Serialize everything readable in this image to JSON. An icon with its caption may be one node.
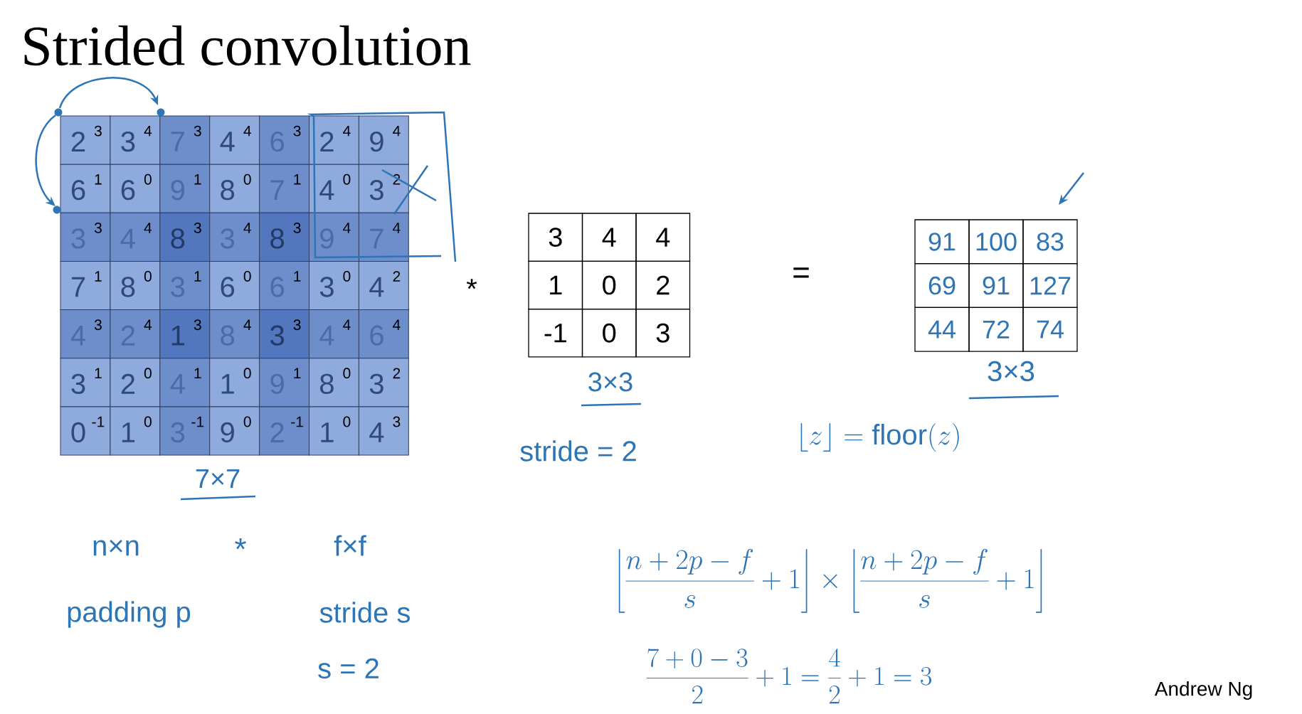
{
  "diagram": {
    "title": "Strided convolution",
    "labels": [
      "2",
      "3",
      "3",
      "4",
      "7",
      "3",
      "4",
      "4",
      "6",
      "3",
      "2",
      "4",
      "9",
      "4",
      "6",
      "1",
      "6",
      "0",
      "9",
      "1",
      "8",
      "0",
      "7",
      "1",
      "4",
      "0",
      "3",
      "2",
      "3",
      "3",
      "4",
      "4",
      "8",
      "3",
      "3",
      "4",
      "8",
      "3",
      "9",
      "4",
      "7",
      "4",
      "7",
      "1",
      "8",
      "0",
      "3",
      "1",
      "6",
      "0",
      "6",
      "1",
      "3",
      "0",
      "4",
      "2",
      "4",
      "3",
      "2",
      "4",
      "1",
      "3",
      "8",
      "4",
      "3",
      "3",
      "4",
      "4",
      "6",
      "4",
      "3",
      "1",
      "2",
      "0",
      "4",
      "1",
      "1",
      "0",
      "9",
      "1",
      "8",
      "0",
      "3",
      "2",
      "0",
      "-1",
      "1",
      "0",
      "3",
      "-1",
      "9",
      "0",
      "2",
      "-1",
      "1",
      "0",
      "4",
      "3",
      "3",
      "4",
      "4",
      "1",
      "0",
      "2",
      "-1",
      "0",
      "3",
      "91",
      "100",
      "83",
      "69",
      "91",
      "127",
      "44",
      "72",
      "74",
      "*",
      "=",
      "7×7",
      "3×3",
      "3×3",
      "stride = 2",
      "\\lfloor z \\rfloor = \\mathrm{floor}(z)",
      "n×n",
      "*",
      "f×f",
      "padding p",
      "stride s",
      "s = 2",
      "\\left\\lfloor \\frac{n+2p-f}{s}+1 \\right\\rfloor \\times \\left\\lfloor \\frac{n+2p-f}{s}+1 \\right\\rfloor",
      "\\frac{7+0-3}{2}+1 = \\frac{4}{2}+1 = 3",
      "Andrew Ng"
    ]
  }
}
